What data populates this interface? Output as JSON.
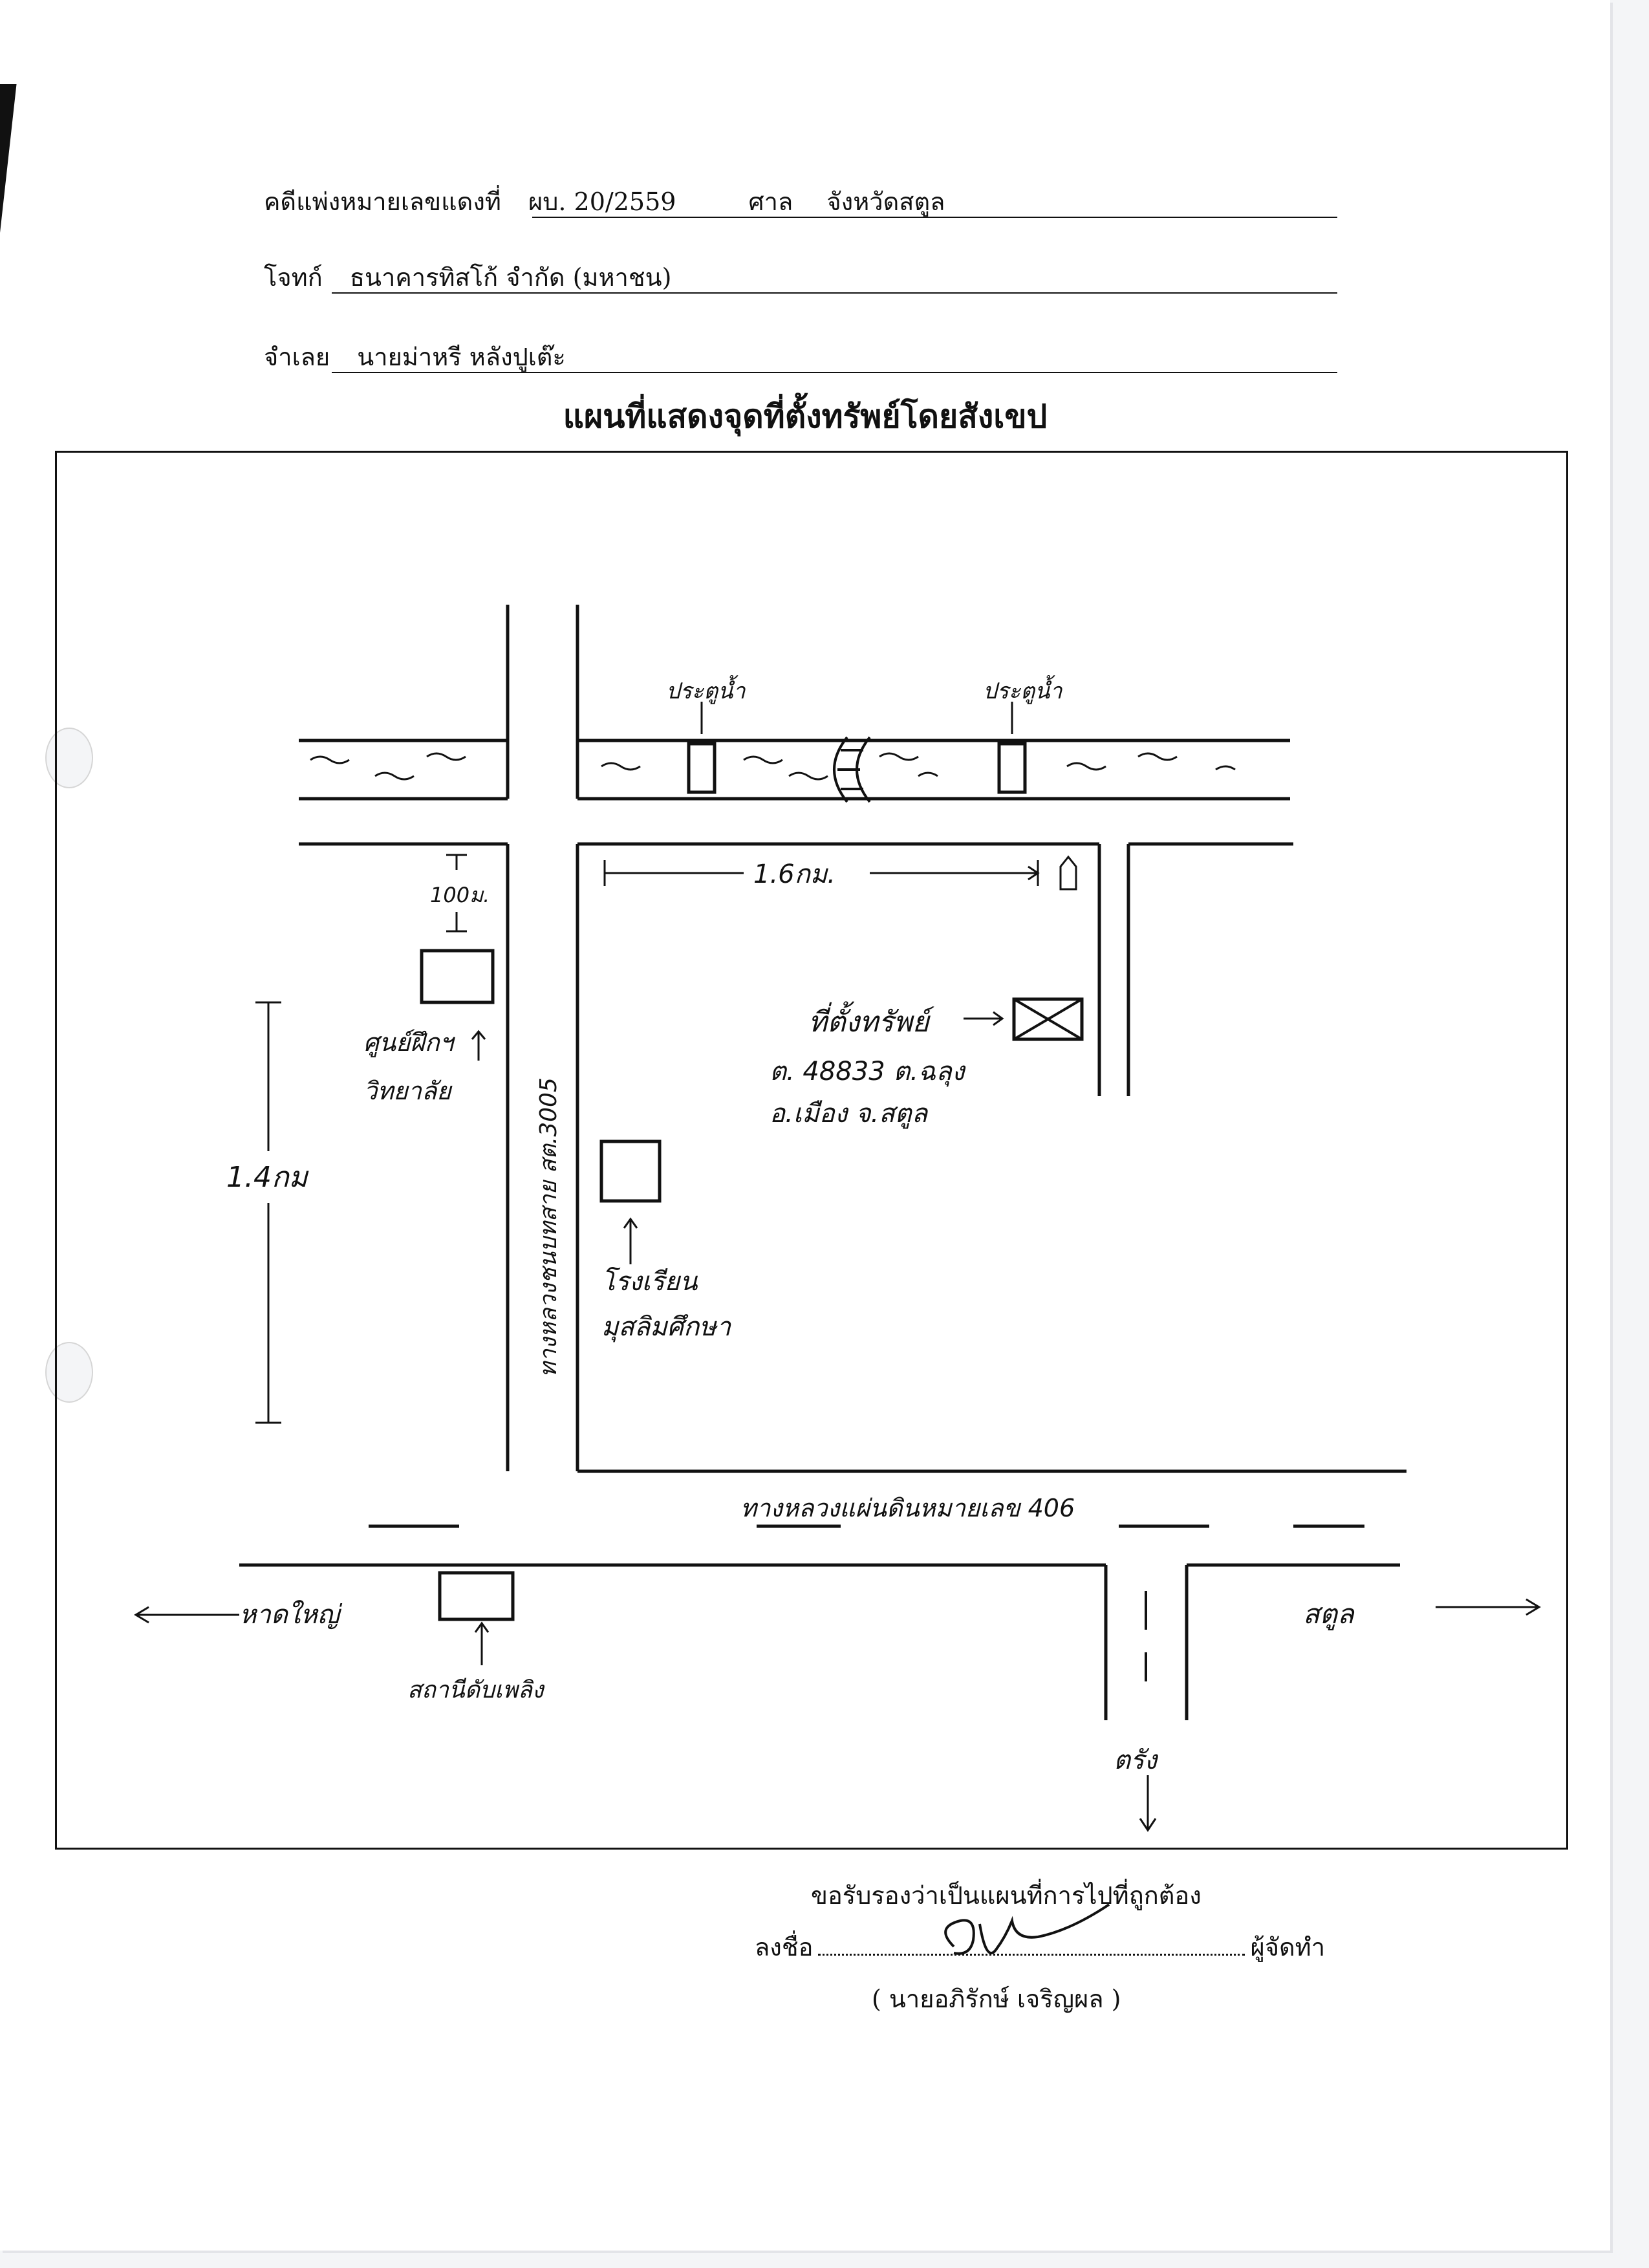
{
  "header": {
    "case_label": "คดีแพ่งหมายเลขแดงที่",
    "case_number": "ผบ. 20/2559",
    "court_label": "ศาล",
    "court_name": "จังหวัดสตูล",
    "plaintiff_label": "โจทก์",
    "plaintiff_name": "ธนาคารทิสโก้  จำกัด  (มหาชน)",
    "defendant_label": "จำเลย",
    "defendant_name": "นายม่าหรี  หลังปูเต๊ะ"
  },
  "title": "แผนที่แสดงจุดที่ตั้งทรัพย์โดยสังเขป",
  "map": {
    "canal_gate_left": "ประตูน้ำ",
    "canal_gate_right": "ประตูน้ำ",
    "distance_top": "1.6กม.",
    "distance_100m": "100ม.",
    "distance_side": "1.4กม",
    "college_line1": "ศูนย์ฝึกฯ",
    "college_line2": "วิทยาลัย",
    "road_vertical": "ทางหลวงชนบทสาย สต.3005",
    "property_label": "ที่ตั้งทรัพย์",
    "property_line1": "ต. 48833 ต.ฉลุง",
    "property_line2": "อ.เมือง  จ.สตูล",
    "school_line1": "โรงเรียน",
    "school_line2": "มุสลิมศึกษา",
    "road_horizontal": "ทางหลวงแผ่นดินหมายเลข 406",
    "direction_left": "หาดใหญ่",
    "direction_right": "สตูล",
    "direction_down": "ตรัง",
    "gas_station": "สถานีดับเพลิง"
  },
  "certification": {
    "statement": "ขอรับรองว่าเป็นแผนที่การไปที่ถูกต้อง",
    "sign_label": "ลงชื่อ",
    "role": "ผู้จัดทำ",
    "name": "( นายอภิรักษ์  เจริญผล )"
  }
}
